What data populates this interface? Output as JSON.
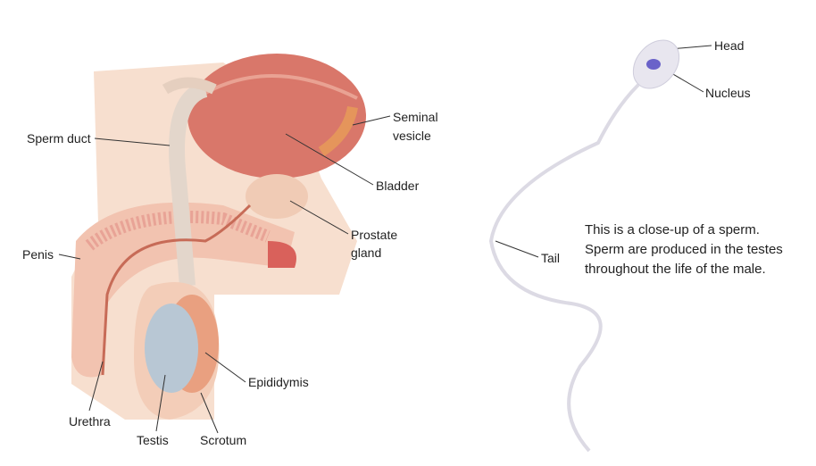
{
  "labels": {
    "sperm_duct": "Sperm duct",
    "seminal_vesicle_1": "Seminal",
    "seminal_vesicle_2": "vesicle",
    "bladder": "Bladder",
    "prostate_1": "Prostate",
    "prostate_2": "gland",
    "penis": "Penis",
    "urethra": "Urethra",
    "testis": "Testis",
    "scrotum": "Scrotum",
    "epididymis": "Epididymis",
    "head": "Head",
    "nucleus": "Nucleus",
    "tail": "Tail"
  },
  "caption": "This is a close-up of a sperm. Sperm are produced in the testes throughout the life of the male."
}
